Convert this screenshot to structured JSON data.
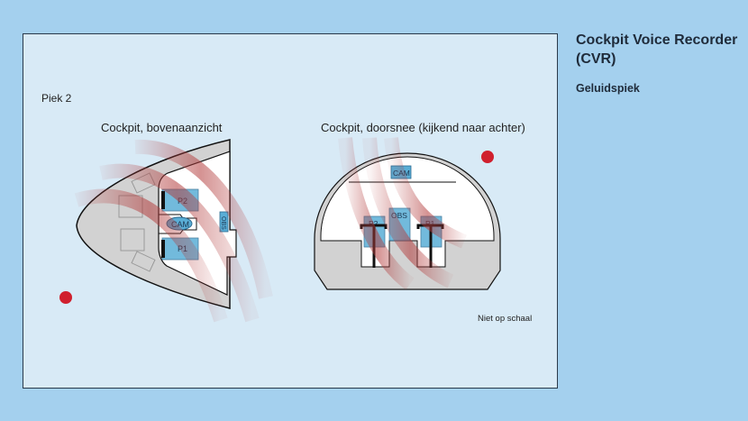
{
  "sidebar": {
    "title": "Cockpit Voice Recorder (CVR)",
    "subtitle": "Geluidspiek"
  },
  "diagram": {
    "peak_label": "Piek 2",
    "top_view_title": "Cockpit, bovenaanzicht",
    "section_title": "Cockpit, doorsnee (kijkend naar achter)",
    "scale_note": "Niet op schaal",
    "labels": {
      "p1": "P1",
      "p2": "P2",
      "cam": "CAM",
      "obs": "OBS"
    },
    "colors": {
      "sound_source": "#d0202e",
      "crew_box": "#5aaed6",
      "wave": "#b23a3a"
    }
  }
}
